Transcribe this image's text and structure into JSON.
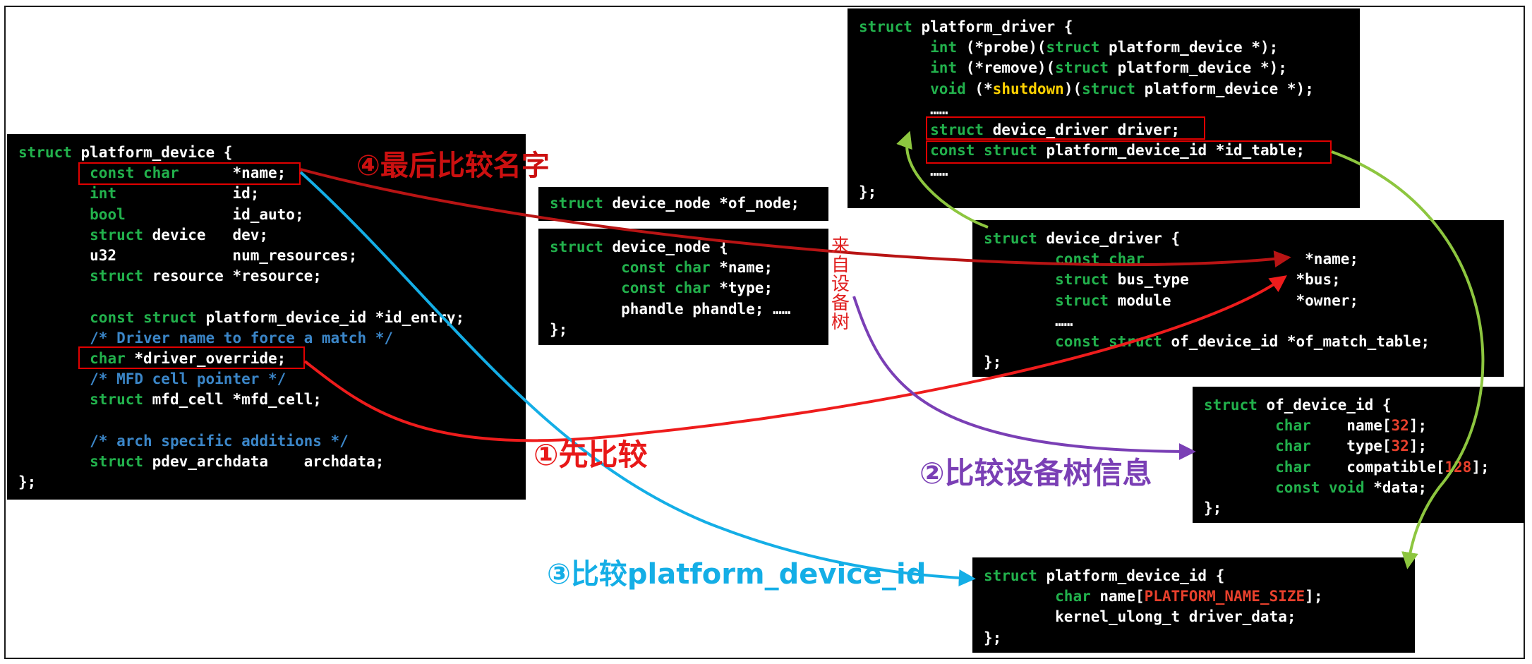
{
  "colors": {
    "keyword": "#22b14c",
    "comment": "#3b86c8",
    "function": "#ffd200",
    "number": "#e8402c",
    "arrow_step1": "#ee1c1c",
    "arrow_step2": "#7a3fb5",
    "arrow_step3": "#14aee6",
    "arrow_step4": "#b81414",
    "arrow_link": "#8dc63f"
  },
  "platform_device": [
    [
      [
        "struct ",
        "kw"
      ],
      [
        "platform_device {",
        ""
      ]
    ],
    [
      [
        "        ",
        ""
      ],
      [
        "const char",
        "kw"
      ],
      [
        "      *name;",
        ""
      ]
    ],
    [
      [
        "        ",
        ""
      ],
      [
        "int",
        "kw"
      ],
      [
        "             id;",
        ""
      ]
    ],
    [
      [
        "        ",
        ""
      ],
      [
        "bool",
        "kw"
      ],
      [
        "            id_auto;",
        ""
      ]
    ],
    [
      [
        "        ",
        ""
      ],
      [
        "struct",
        "kw"
      ],
      [
        " device   dev;",
        ""
      ]
    ],
    [
      [
        "        u32             num_resources;",
        ""
      ]
    ],
    [
      [
        "        ",
        ""
      ],
      [
        "struct",
        "kw"
      ],
      [
        " resource *resource;",
        ""
      ]
    ],
    [
      [
        "",
        ""
      ]
    ],
    [
      [
        "        ",
        ""
      ],
      [
        "const struct",
        "kw"
      ],
      [
        " platform_device_id *id_entry;",
        ""
      ]
    ],
    [
      [
        "        ",
        ""
      ],
      [
        "/* Driver name to force a match */",
        "cm"
      ]
    ],
    [
      [
        "        ",
        ""
      ],
      [
        "char",
        "kw"
      ],
      [
        " *driver_override;",
        ""
      ]
    ],
    [
      [
        "        ",
        ""
      ],
      [
        "/* MFD cell pointer */",
        "cm"
      ]
    ],
    [
      [
        "        ",
        ""
      ],
      [
        "struct",
        "kw"
      ],
      [
        " mfd_cell *mfd_cell;",
        ""
      ]
    ],
    [
      [
        "",
        ""
      ]
    ],
    [
      [
        "        ",
        ""
      ],
      [
        "/* arch specific additions */",
        "cm"
      ]
    ],
    [
      [
        "        ",
        ""
      ],
      [
        "struct",
        "kw"
      ],
      [
        " pdev_archdata    archdata;",
        ""
      ]
    ],
    [
      [
        "};",
        ""
      ]
    ]
  ],
  "of_node_ref": [
    [
      [
        "struct",
        "kw"
      ],
      [
        " device_node *of_node;",
        ""
      ]
    ]
  ],
  "device_node": [
    [
      [
        "struct",
        "kw"
      ],
      [
        " device_node {",
        ""
      ]
    ],
    [
      [
        "        ",
        ""
      ],
      [
        "const char",
        "kw"
      ],
      [
        " *name;",
        ""
      ]
    ],
    [
      [
        "        ",
        ""
      ],
      [
        "const char",
        "kw"
      ],
      [
        " *type;",
        ""
      ]
    ],
    [
      [
        "        phandle phandle; ……",
        ""
      ]
    ],
    [
      [
        "};",
        ""
      ]
    ]
  ],
  "platform_driver": [
    [
      [
        "struct",
        "kw"
      ],
      [
        " platform_driver {",
        ""
      ]
    ],
    [
      [
        "        ",
        ""
      ],
      [
        "int",
        "kw"
      ],
      [
        " (*probe)(",
        ""
      ],
      [
        "struct",
        "kw"
      ],
      [
        " platform_device *);",
        ""
      ]
    ],
    [
      [
        "        ",
        ""
      ],
      [
        "int",
        "kw"
      ],
      [
        " (*remove)(",
        ""
      ],
      [
        "struct",
        "kw"
      ],
      [
        " platform_device *);",
        ""
      ]
    ],
    [
      [
        "        ",
        ""
      ],
      [
        "void",
        "kw"
      ],
      [
        " (*",
        ""
      ],
      [
        "shutdown",
        "fn"
      ],
      [
        ")(",
        ""
      ],
      [
        "struct",
        "kw"
      ],
      [
        " platform_device *);",
        ""
      ]
    ],
    [
      [
        "        ……",
        ""
      ]
    ],
    [
      [
        "        ",
        ""
      ],
      [
        "struct",
        "kw"
      ],
      [
        " device_driver driver;",
        ""
      ]
    ],
    [
      [
        "        ",
        ""
      ],
      [
        "const struct",
        "kw"
      ],
      [
        " platform_device_id *id_table;",
        ""
      ]
    ],
    [
      [
        "        ……",
        ""
      ]
    ],
    [
      [
        "};",
        ""
      ]
    ]
  ],
  "device_driver": [
    [
      [
        "struct",
        "kw"
      ],
      [
        " device_driver {",
        ""
      ]
    ],
    [
      [
        "        ",
        ""
      ],
      [
        "const char",
        "kw"
      ],
      [
        "                  *name;",
        ""
      ]
    ],
    [
      [
        "        ",
        ""
      ],
      [
        "struct",
        "kw"
      ],
      [
        " bus_type            *bus;",
        ""
      ]
    ],
    [
      [
        "        ",
        ""
      ],
      [
        "struct",
        "kw"
      ],
      [
        " module              *owner;",
        ""
      ]
    ],
    [
      [
        "        ……",
        ""
      ]
    ],
    [
      [
        "        ",
        ""
      ],
      [
        "const struct",
        "kw"
      ],
      [
        " of_device_id *of_match_table;",
        ""
      ]
    ],
    [
      [
        "};",
        ""
      ]
    ]
  ],
  "of_device_id": [
    [
      [
        "struct",
        "kw"
      ],
      [
        " of_device_id {",
        ""
      ]
    ],
    [
      [
        "        ",
        ""
      ],
      [
        "char",
        "kw"
      ],
      [
        "    name[",
        ""
      ],
      [
        "32",
        "num"
      ],
      [
        "];",
        ""
      ]
    ],
    [
      [
        "        ",
        ""
      ],
      [
        "char",
        "kw"
      ],
      [
        "    type[",
        ""
      ],
      [
        "32",
        "num"
      ],
      [
        "];",
        ""
      ]
    ],
    [
      [
        "        ",
        ""
      ],
      [
        "char",
        "kw"
      ],
      [
        "    compatible[",
        ""
      ],
      [
        "128",
        "num"
      ],
      [
        "];",
        ""
      ]
    ],
    [
      [
        "        ",
        ""
      ],
      [
        "const void",
        "kw"
      ],
      [
        " *data;",
        ""
      ]
    ],
    [
      [
        "};",
        ""
      ]
    ]
  ],
  "platform_device_id": [
    [
      [
        "struct",
        "kw"
      ],
      [
        " platform_device_id {",
        ""
      ]
    ],
    [
      [
        "        ",
        ""
      ],
      [
        "char",
        "kw"
      ],
      [
        " name[",
        ""
      ],
      [
        "PLATFORM_NAME_SIZE",
        "num"
      ],
      [
        "];",
        ""
      ]
    ],
    [
      [
        "        kernel_ulong_t driver_data;",
        ""
      ]
    ],
    [
      [
        "};",
        ""
      ]
    ]
  ],
  "labels": {
    "step1": "①先比较",
    "step2": "②比较设备树信息",
    "step3": "③比较platform_device_id",
    "step4": "④最后比较名字",
    "from_dt": "来自设备树"
  }
}
